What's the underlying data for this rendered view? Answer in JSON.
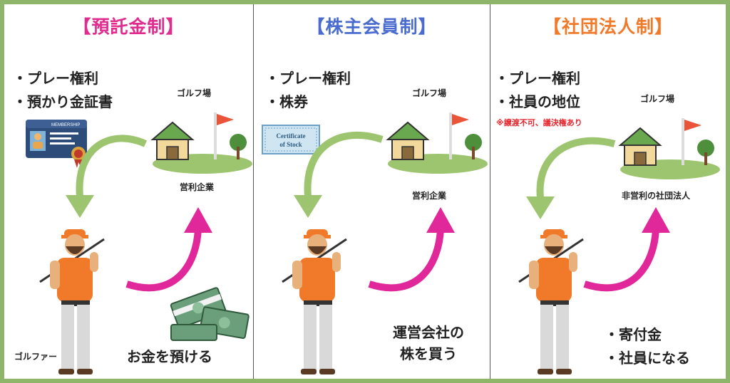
{
  "panels": [
    {
      "title": "【預託金制】",
      "title_color": "#e02c8e",
      "bullets": [
        "・プレー権利",
        "・預かり金証書"
      ],
      "golf_course_label": "ゴルフ場",
      "company_label": "営利企業",
      "golfer_label": "ゴルファー",
      "action_label": "お金を預ける",
      "card_text": "MEMBERSHIP"
    },
    {
      "title": "【株主会員制】",
      "title_color": "#4a6cd0",
      "bullets": [
        "・プレー権利",
        "・株券"
      ],
      "golf_course_label": "ゴルフ場",
      "company_label": "営利企業",
      "action_label_lines": [
        "運営会社の",
        "株を買う"
      ],
      "certificate_lines": [
        "Certificate",
        "of Stock"
      ]
    },
    {
      "title": "【社団法人制】",
      "title_color": "#f07a2a",
      "bullets": [
        "・プレー権利",
        "・社員の地位"
      ],
      "note": "※譲渡不可、議決権あり",
      "golf_course_label": "ゴルフ場",
      "company_label": "非営利の社団法人",
      "action_bullets": [
        "・寄付金",
        "・社員になる"
      ]
    }
  ],
  "colors": {
    "frame": "#8fb56b",
    "green_arrow": "#9dc46f",
    "pink_arrow": "#e0289a"
  }
}
